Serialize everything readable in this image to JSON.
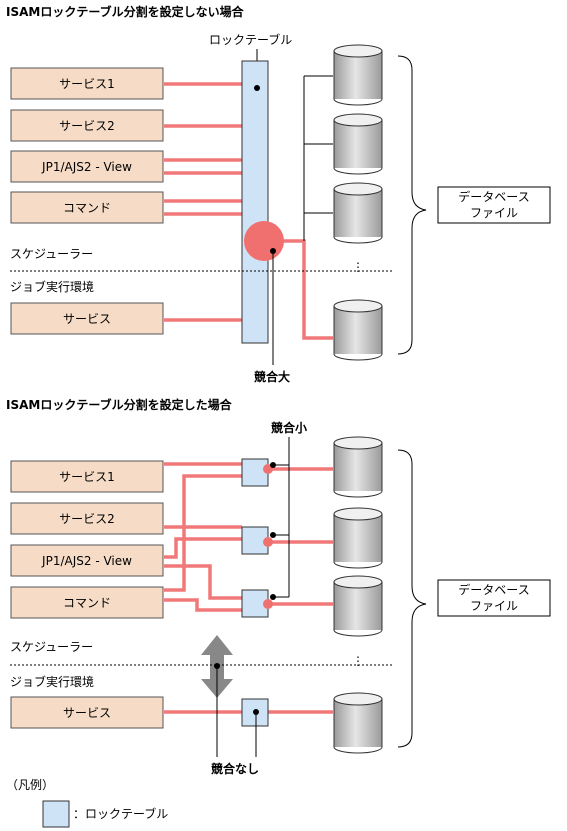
{
  "top": {
    "title": "ISAMロックテーブル分割を設定しない場合",
    "lock_table_label": "ロックテーブル",
    "contention_label": "競合大"
  },
  "bottom": {
    "title": "ISAMロックテーブル分割を設定した場合",
    "contention_small_label": "競合小",
    "contention_none_label": "競合なし"
  },
  "boxes": {
    "service1": "サービス1",
    "service2": "サービス2",
    "jp1view": "JP1/AJS2 - View",
    "command": "コマンド",
    "service": "サービス"
  },
  "regions": {
    "scheduler": "スケジューラー",
    "job_env": "ジョブ実行環境"
  },
  "database": {
    "line1": "データベース",
    "line2": "ファイル",
    "dots": "⋮"
  },
  "legend": {
    "title": "（凡例）",
    "lock_table": "：ロックテーブル"
  },
  "colors": {
    "box_fill": "#f6dcc6",
    "lock_fill": "#cfe3f7",
    "line_red": "#f07878",
    "arrow_gray": "#888888"
  }
}
